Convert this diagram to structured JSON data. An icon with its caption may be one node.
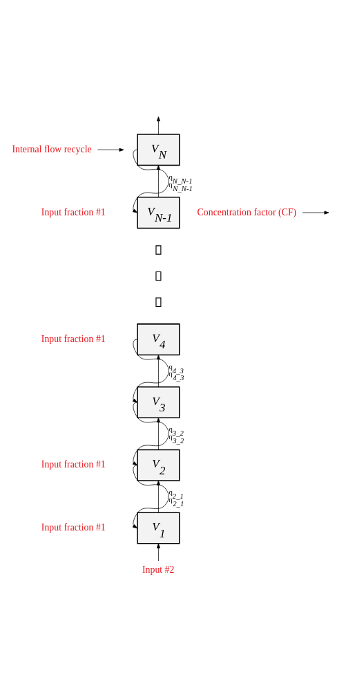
{
  "diagram": {
    "nodes": [
      {
        "text": [
          "Internal flow recycle"
        ]
      },
      {
        "text": [
          "V$_{N}$"
        ]
      },
      {
        "text": [
          "V$_{N-1}$"
        ]
      },
      {
        "text": [
          "Concentration factor (CF)"
        ]
      },
      {
        "text": [],
        "shape": "box"
      },
      {
        "text": [],
        "shape": "box"
      },
      {
        "text": [],
        "shape": "box"
      },
      {
        "text": [
          "V$_{4}$"
        ]
      },
      {
        "text": [
          "V$_{3}$"
        ]
      },
      {
        "text": [
          "V$_{2}$"
        ]
      },
      {
        "text": [
          "V$_{1}$"
        ]
      },
      {
        "text": [
          "Input #2"
        ]
      }
    ],
    "edges": [
      {
        "from": 1,
        "to": null,
        "arrow": "to"
      },
      {
        "from": 2,
        "to": 1,
        "arrow": "to"
      },
      {
        "from": 1,
        "to": 2,
        "arrow": "to",
        "label": "q$_{N_N-1}$ η$_{N_N-1}$"
      },
      {
        "from": 0,
        "to": null,
        "arrow": "to"
      },
      {
        "from": 3,
        "to": null,
        "arrow": "to"
      },
      {
        "from": 8,
        "to": 7,
        "arrow": "to"
      },
      {
        "from": 7,
        "to": 8,
        "arrow": "to",
        "label": "q$_{4_3}$ η$_{4_3}$"
      },
      {
        "from": 9,
        "to": 8,
        "arrow": "to"
      },
      {
        "from": 8,
        "to": 9,
        "arrow": "to",
        "label": "q$_{3_2}$ η$_{3_2}$"
      },
      {
        "from": 10,
        "to": 9,
        "arrow": "to"
      },
      {
        "from": 9,
        "to": 10,
        "arrow": "to",
        "label": "q$_{2_1}$ η$_{2_1}$"
      },
      {
        "from": 11,
        "to": 10,
        "arrow": "to"
      }
    ],
    "labels": [
      "Input fraction #1",
      "Input fraction #1",
      "Input fraction #1",
      "Input fraction #1"
    ]
  }
}
